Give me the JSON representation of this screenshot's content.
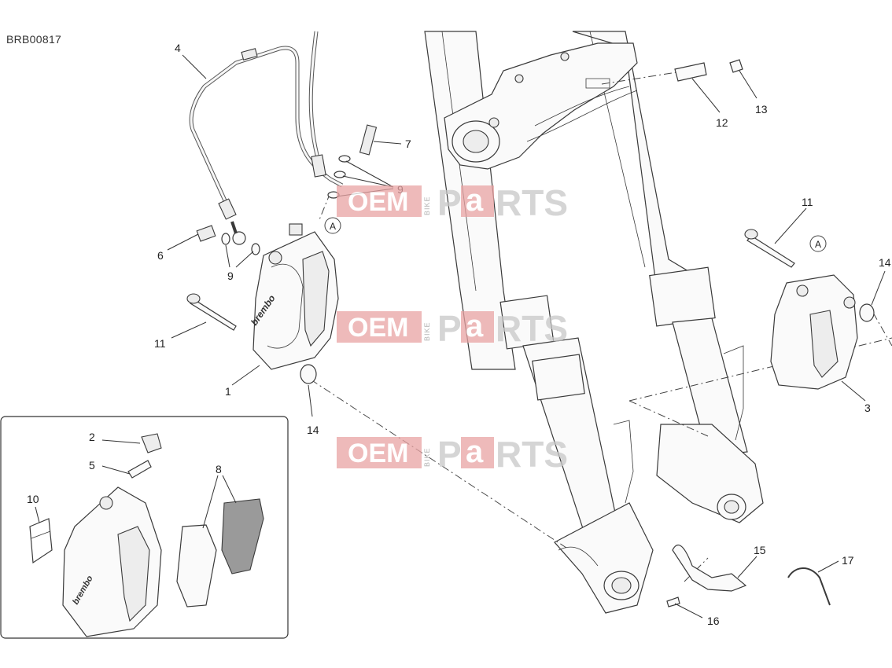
{
  "diagram": {
    "code": "BRB00817",
    "callouts": {
      "c1": "1",
      "c2": "2",
      "c3": "3",
      "c4": "4",
      "c5": "5",
      "c6": "6",
      "c7": "7",
      "c8": "8",
      "c9a": "9",
      "c9b": "9",
      "c10": "10",
      "c11a": "11",
      "c11b": "11",
      "c12": "12",
      "c13": "13",
      "c14a": "14",
      "c14b": "14",
      "c15": "15",
      "c16": "16",
      "c17": "17"
    },
    "reference_marks": {
      "left": "A",
      "right": "A"
    },
    "caliper_brand": "brembo",
    "watermark": {
      "oem": "OEM",
      "bike": "BIKE",
      "parts_p": "P",
      "parts_a": "a",
      "parts_rest": "RTS"
    }
  }
}
